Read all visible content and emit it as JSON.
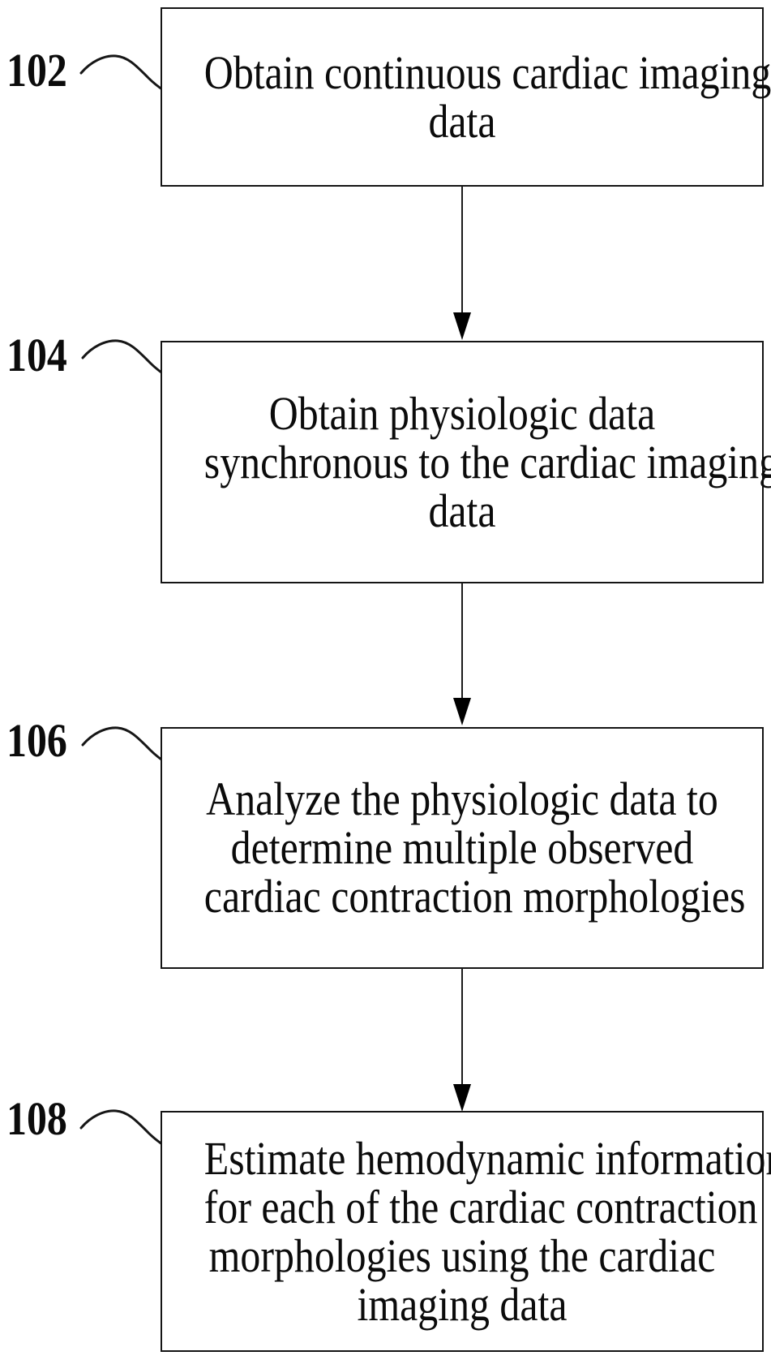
{
  "figure": {
    "type": "flowchart",
    "background": "#ffffff",
    "ink": "#0b0b0b",
    "boxes": [
      {
        "ref": "102",
        "lines": [
          "Obtain continuous cardiac imaging",
          "data"
        ]
      },
      {
        "ref": "104",
        "lines": [
          "Obtain physiologic data",
          "synchronous to the cardiac imaging",
          "data"
        ]
      },
      {
        "ref": "106",
        "lines": [
          "Analyze the physiologic data to",
          "determine multiple observed",
          "cardiac contraction morphologies"
        ]
      },
      {
        "ref": "108",
        "lines": [
          "Estimate hemodynamic information",
          "for each of the cardiac contraction",
          "morphologies using the cardiac",
          "imaging data"
        ]
      }
    ],
    "connectors": [
      {
        "from": "102",
        "to": "104",
        "style": "vertical-arrow-down"
      },
      {
        "from": "104",
        "to": "106",
        "style": "vertical-arrow-down"
      },
      {
        "from": "106",
        "to": "108",
        "style": "vertical-arrow-down"
      }
    ]
  }
}
